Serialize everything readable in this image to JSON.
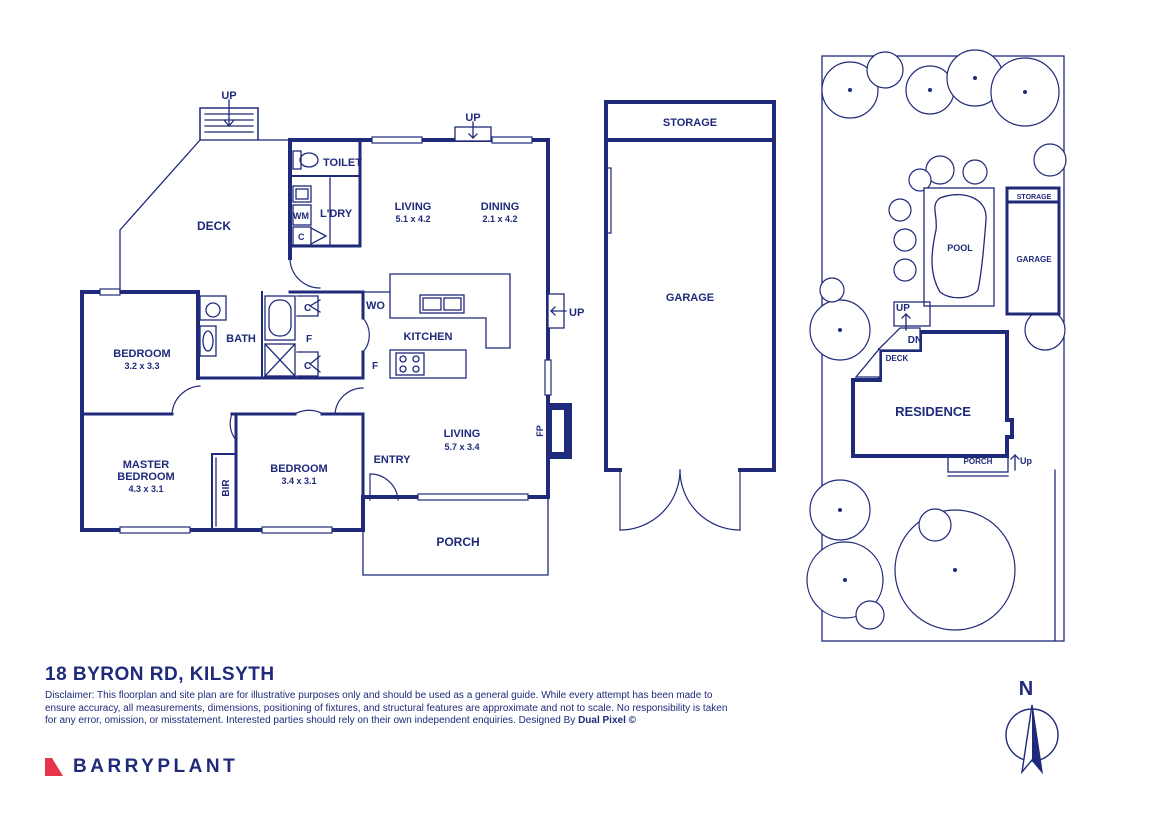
{
  "floorplan": {
    "rooms": {
      "deck": "DECK",
      "toilet": "TOILET",
      "laundry": "L'DRY",
      "wm": "WM",
      "cupboard_laundry": "C",
      "living_top": "LIVING",
      "living_top_dims": "5.1 x 4.2",
      "dining": "DINING",
      "dining_dims": "2.1 x 4.2",
      "bedroom_left": "BEDROOM",
      "bedroom_left_dims": "3.2 x 3.3",
      "bath": "BATH",
      "cupboard_bath_1": "C",
      "cupboard_bath_2": "C",
      "fridge_1": "F",
      "fridge_2": "F",
      "wo": "WO",
      "kitchen": "KITCHEN",
      "master_bedroom_1": "MASTER",
      "master_bedroom_2": "BEDROOM",
      "master_bedroom_dims": "4.3 x 3.1",
      "bir": "BIR",
      "bedroom_mid": "BEDROOM",
      "bedroom_mid_dims": "3.4 x 3.1",
      "entry": "ENTRY",
      "living_bottom": "LIVING",
      "living_bottom_dims": "5.7 x 3.4",
      "fp": "FP",
      "porch": "PORCH",
      "up_deck": "UP",
      "up_living": "UP",
      "up_side": "UP",
      "storage": "STORAGE",
      "garage": "GARAGE"
    }
  },
  "siteplan": {
    "pool": "POOL",
    "storage": "STORAGE",
    "garage": "GARAGE",
    "up": "UP",
    "dn": "DN",
    "deck": "DECK",
    "residence": "RESIDENCE",
    "porch": "PORCH",
    "porch_up": "Up"
  },
  "compass": {
    "north": "N"
  },
  "address": "18 BYRON RD, KILSYTH",
  "disclaimer": "Disclaimer: This floorplan and site plan are for illustrative purposes only and should be used as a general guide. While every attempt has been made to ensure accuracy, all measurements, dimensions, positioning of fixtures, and structural features are approximate and not to scale. No responsibility is taken for any error, omission, or misstatement. Interested parties should rely on their own independent enquiries. Designed By",
  "designer": "Dual Pixel ©",
  "brand": {
    "name": "BARRYPLANT",
    "accent": "#e8334a"
  },
  "colors": {
    "ink": "#1f2a7a",
    "background": "#ffffff"
  }
}
